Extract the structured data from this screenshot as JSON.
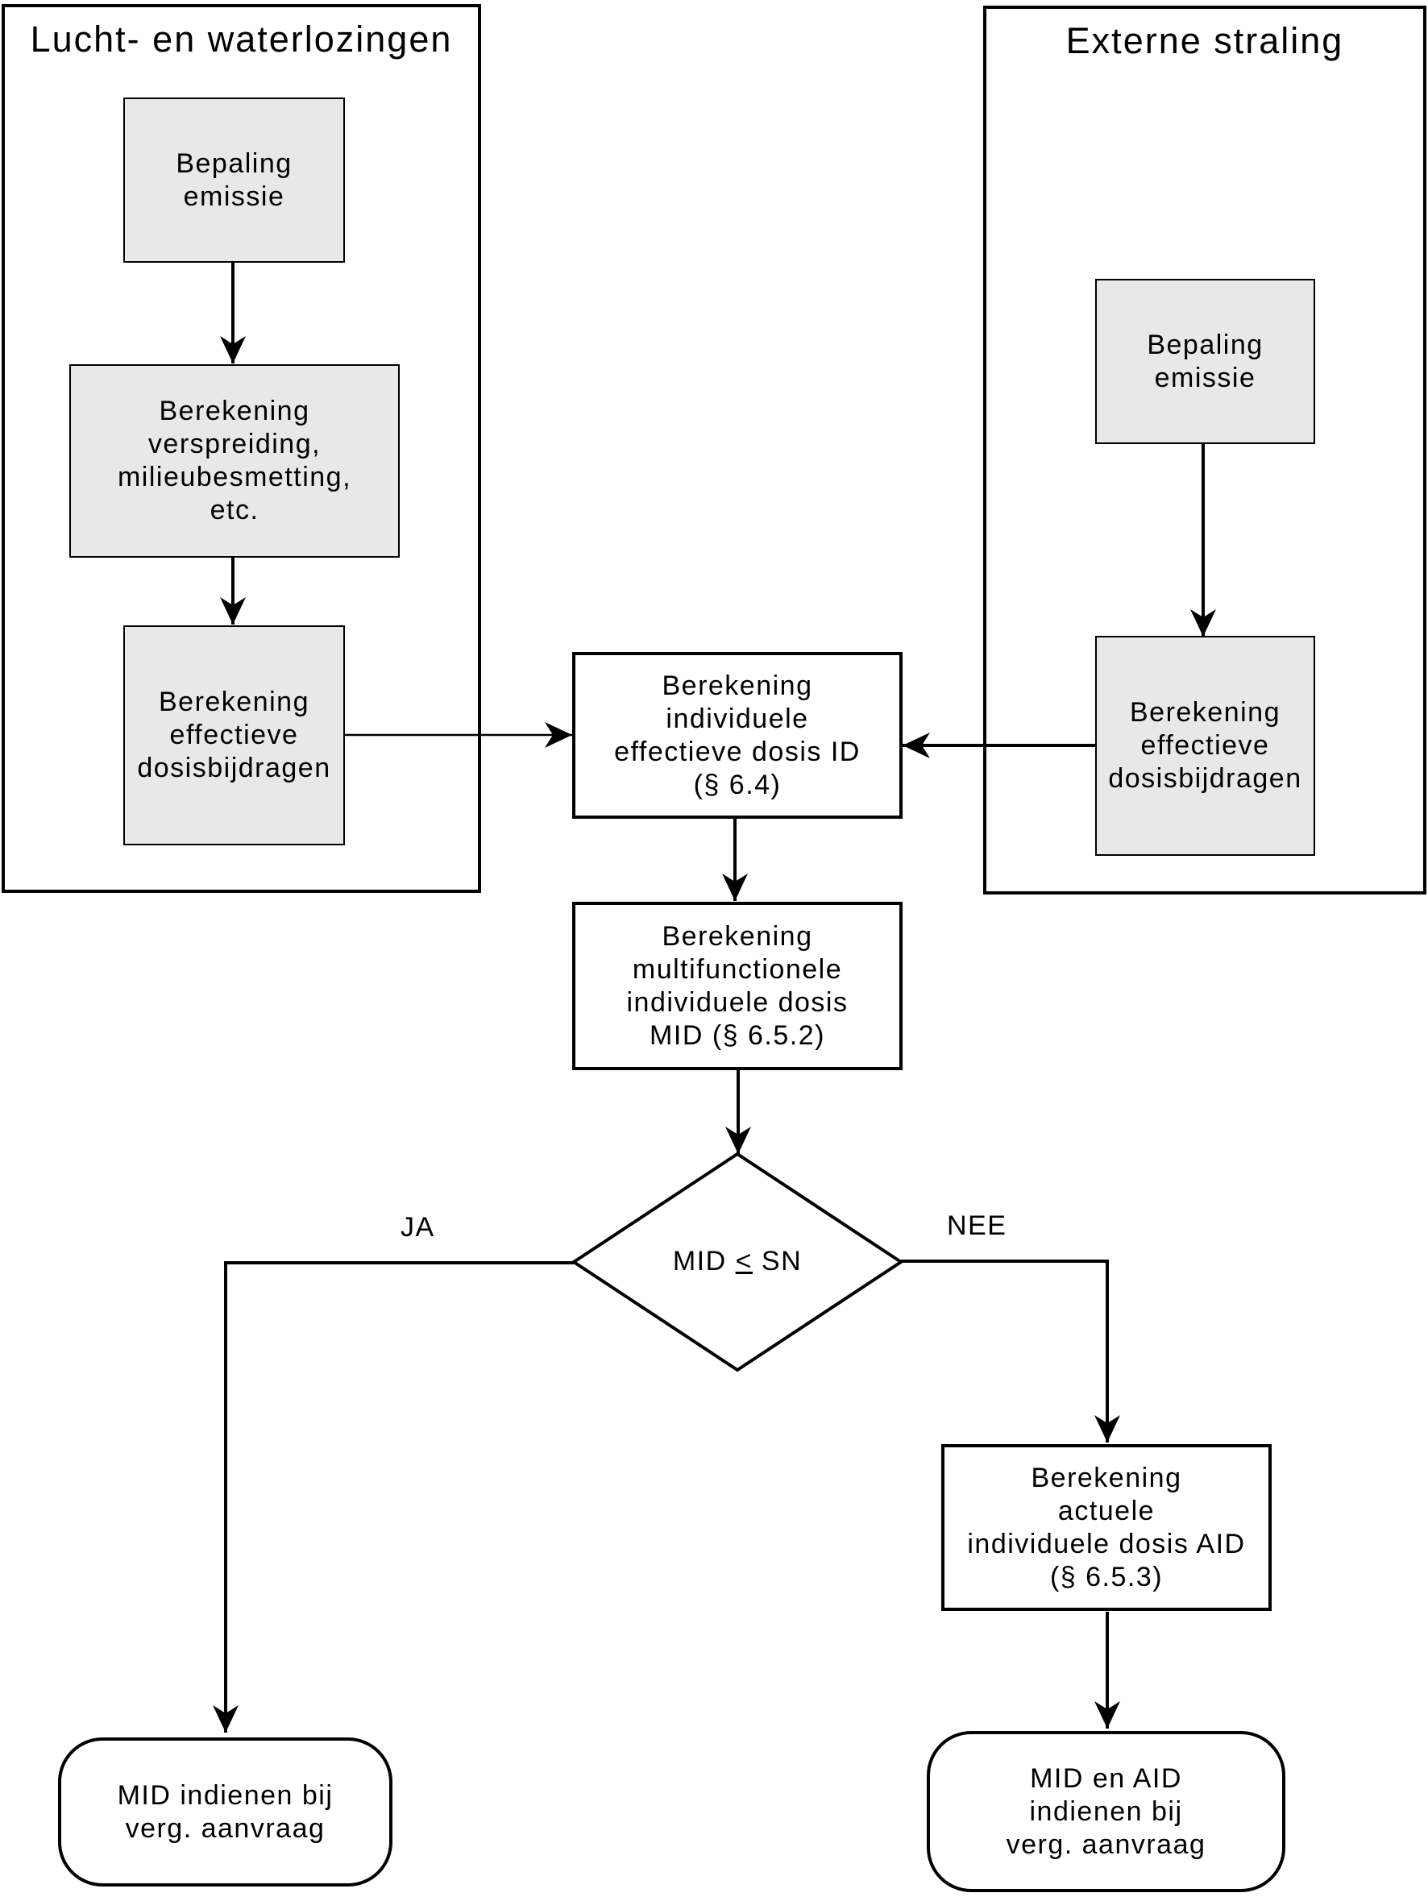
{
  "groups": {
    "lucht": {
      "title": "Lucht- en waterlozingen"
    },
    "extern": {
      "title": "Externe straling"
    }
  },
  "nodes": {
    "bepaling_emissie_left": "Bepaling\nemissie",
    "berekening_verspreiding": "Berekening\nverspreiding,\nmilieubesmetting,\netc.",
    "effectieve_left": "Berekening\neffectieve\ndosisbijdragen",
    "bepaling_emissie_right": "Bepaling\nemissie",
    "effectieve_right": "Berekening\neffectieve\ndosisbijdragen",
    "individuele_id": "Berekening\nindividuele\neffectieve dosis ID\n(§ 6.4)",
    "mid": "Berekening\nmultifunctionele\nindividuele dosis\nMID (§ 6.5.2)",
    "decision": {
      "prefix": "MID ",
      "operator": "<",
      "suffix": " SN"
    },
    "aid": "Berekening\nactuele\nindividuele dosis AID\n(§ 6.5.3)",
    "terminal_left": "MID indienen bij\nverg. aanvraag",
    "terminal_right": "MID en  AID\nindienen bij\nverg. aanvraag"
  },
  "edge_labels": {
    "yes": "JA",
    "no": "NEE"
  },
  "colors": {
    "process_fill": "#e8e8e8",
    "line": "#000000"
  }
}
